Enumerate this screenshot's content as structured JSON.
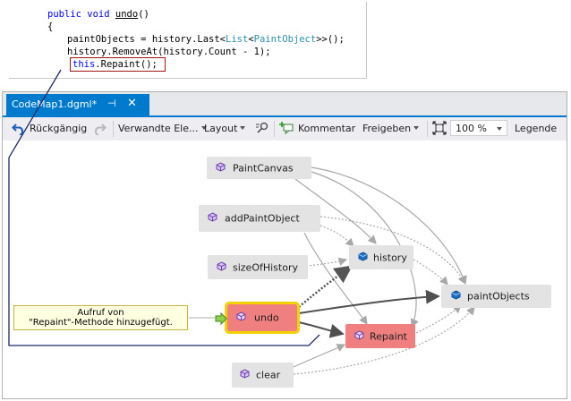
{
  "code": {
    "line1_kw1": "public",
    "line1_kw2": "void",
    "line1_name": "undo",
    "line1_rest": "()",
    "line2": "{",
    "line3_a": "paintObjects = history.Last<",
    "line3_type1": "List",
    "line3_b": "<",
    "line3_type2": "PaintObject",
    "line3_c": ">>();",
    "line4": "history.RemoveAt(history.Count - 1);",
    "line5_kw": "this",
    "line5_rest": ".Repaint();"
  },
  "window": {
    "tab_title": "CodeMap1.dgml*",
    "pin_glyph": "⊣",
    "close_glyph": "✕"
  },
  "toolbar": {
    "undo_label": "Rückgängig",
    "related_label": "Verwandte Ele...",
    "layout_label": "Layout",
    "comment_label": "Kommentar",
    "share_label": "Freigeben",
    "zoom_value": "100 %",
    "legend_label": "Legende"
  },
  "nodes": {
    "paintcanvas": "PaintCanvas",
    "addpaintobject": "addPaintObject",
    "sizeofhistory": "sizeOfHistory",
    "undo": "undo",
    "clear": "clear",
    "history": "history",
    "repaint": "Repaint",
    "paintobjects": "paintObjects"
  },
  "note": {
    "line1": "Aufruf von",
    "line2": "\"Repaint\"-Methode hinzugefügt."
  },
  "colors": {
    "accent": "#007acc",
    "highlight_node": "#f08080",
    "selection_outline": "#f2d200",
    "code_box": "#a31515"
  }
}
